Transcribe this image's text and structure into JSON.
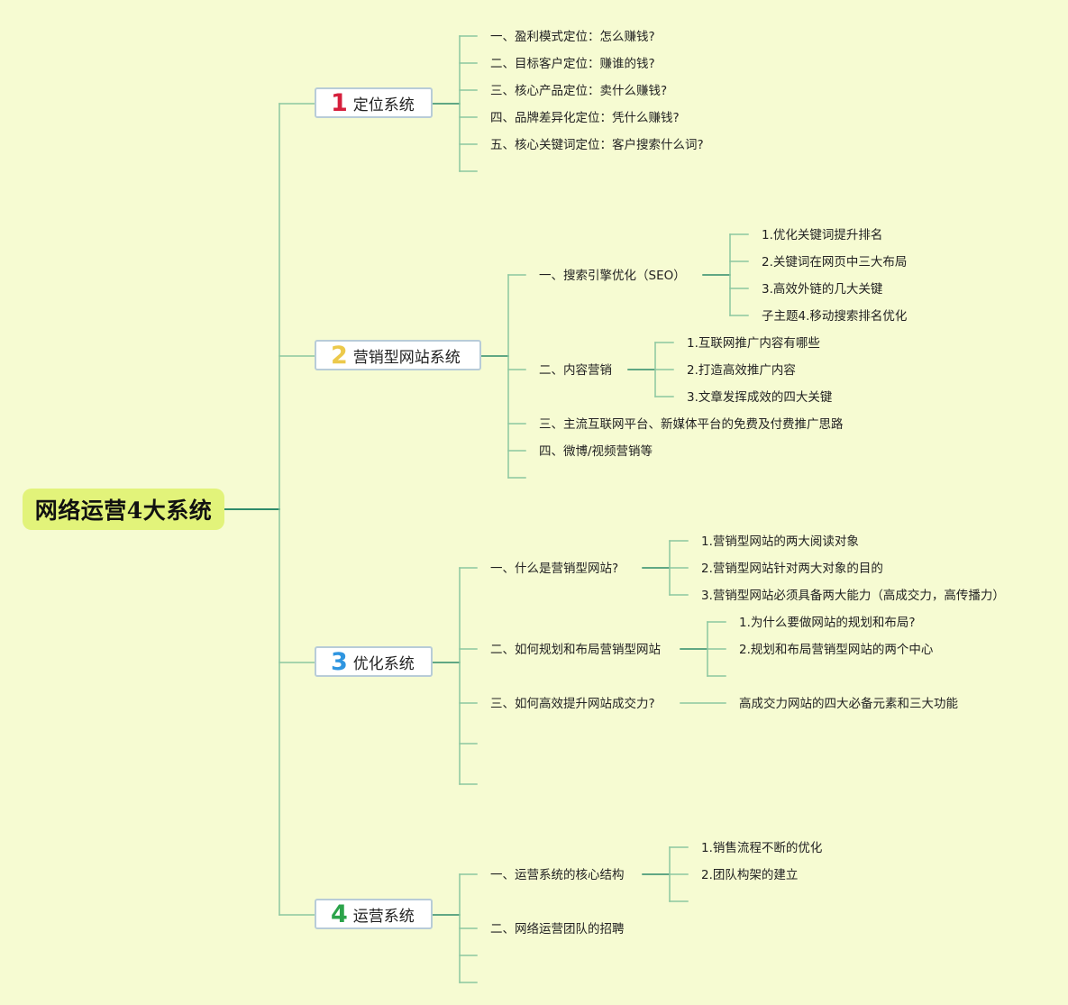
{
  "mindmap": {
    "root": "网络运营4大系统",
    "systems": [
      {
        "number": "1",
        "title": "定位系统",
        "number_color": "#d61f3c",
        "topics": [
          {
            "text": "一、盈利模式定位：怎么赚钱?",
            "children": []
          },
          {
            "text": "二、目标客户定位：赚谁的钱?",
            "children": []
          },
          {
            "text": "三、核心产品定位：卖什么赚钱?",
            "children": []
          },
          {
            "text": "四、品牌差异化定位：凭什么赚钱?",
            "children": []
          },
          {
            "text": "五、核心关键词定位：客户搜索什么词?",
            "children": []
          }
        ]
      },
      {
        "number": "2",
        "title": "营销型网站系统",
        "number_color": "#ecc94b",
        "topics": [
          {
            "text": "一、搜索引擎优化（SEO）",
            "children": [
              "1.优化关键词提升排名",
              "2.关键词在网页中三大布局",
              "3.高效外链的几大关键",
              "子主题4.移动搜索排名优化"
            ]
          },
          {
            "text": "二、内容营销",
            "children": [
              "1.互联网推广内容有哪些",
              "2.打造高效推广内容",
              "3.文章发挥成效的四大关键"
            ]
          },
          {
            "text": "三、主流互联网平台、新媒体平台的免费及付费推广思路",
            "children": []
          },
          {
            "text": "四、微博/视频营销等",
            "children": []
          }
        ]
      },
      {
        "number": "3",
        "title": "优化系统",
        "number_color": "#2f95e0",
        "topics": [
          {
            "text": "一、什么是营销型网站?",
            "children": [
              "1.营销型网站的两大阅读对象",
              "2.营销型网站针对两大对象的目的",
              "3.营销型网站必须具备两大能力（高成交力，高传播力）"
            ]
          },
          {
            "text": "二、如何规划和布局营销型网站",
            "children": [
              "1.为什么要做网站的规划和布局?",
              "2.规划和布局营销型网站的两个中心"
            ]
          },
          {
            "text": "三、如何高效提升网站成交力?",
            "children": [
              "高成交力网站的四大必备元素和三大功能"
            ]
          }
        ]
      },
      {
        "number": "4",
        "title": "运营系统",
        "number_color": "#2ba34a",
        "topics": [
          {
            "text": "一、运营系统的核心结构",
            "children": [
              "1.销售流程不断的优化",
              "2.团队构架的建立"
            ]
          },
          {
            "text": "二、网络运营团队的招聘",
            "children": []
          }
        ]
      }
    ]
  }
}
